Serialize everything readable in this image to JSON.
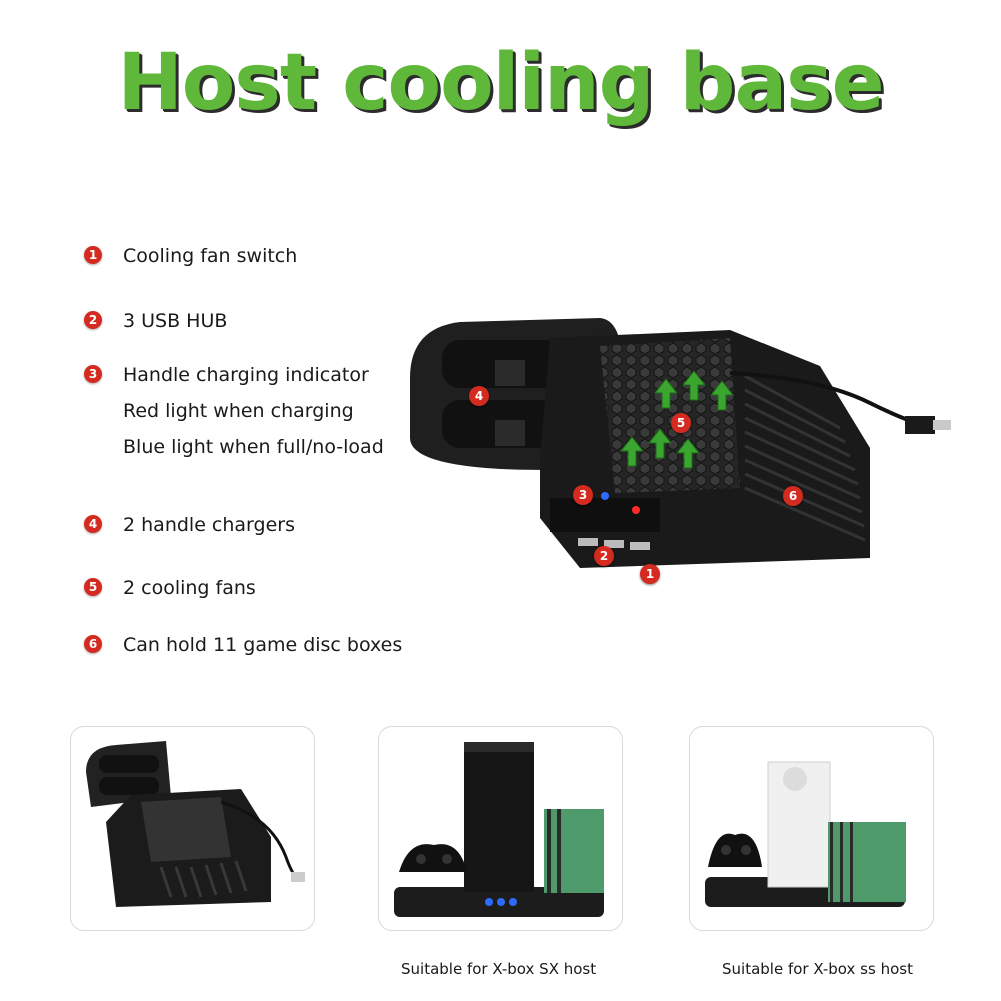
{
  "title": "Host cooling base",
  "features": [
    {
      "num": "1",
      "lines": [
        "Cooling fan switch"
      ]
    },
    {
      "num": "2",
      "lines": [
        "3 USB HUB"
      ]
    },
    {
      "num": "3",
      "lines": [
        "Handle charging indicator",
        "Red light when charging",
        "Blue light when full/no-load"
      ]
    },
    {
      "num": "4",
      "lines": [
        "2 handle chargers"
      ]
    },
    {
      "num": "5",
      "lines": [
        "2 cooling fans"
      ]
    },
    {
      "num": "6",
      "lines": [
        "Can hold 11 game disc boxes"
      ]
    }
  ],
  "hero_markers": [
    "1",
    "2",
    "3",
    "4",
    "5",
    "6"
  ],
  "captions": {
    "sx": "Suitable for X-box SX host",
    "ss": "Suitable for X-box ss host"
  },
  "colors": {
    "title_green": "#5fb83a",
    "marker_red": "#d42a20",
    "arrow_green": "#3aa52f",
    "product_black": "#1c1c1c",
    "disc_green": "#4f9a6a"
  }
}
